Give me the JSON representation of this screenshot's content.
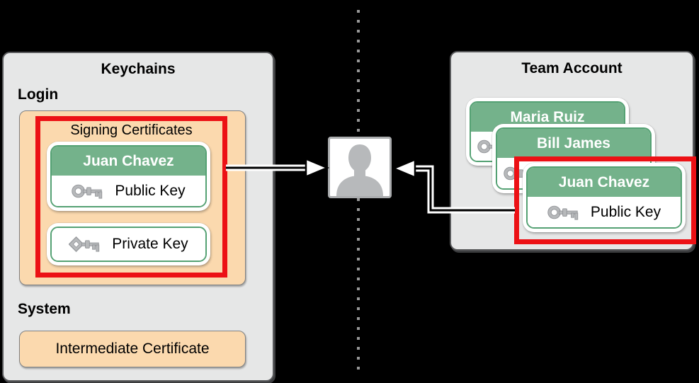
{
  "keychains": {
    "title": "Keychains",
    "login_label": "Login",
    "signing_label": "Signing Certificates",
    "cert_name": "Juan Chavez",
    "public_key": "Public Key",
    "private_key": "Private Key",
    "system_label": "System",
    "intermediate": "Intermediate Certificate"
  },
  "team": {
    "title": "Team Account",
    "cards": [
      {
        "name": "Maria Ruiz",
        "key_label": ""
      },
      {
        "name": "Bill James",
        "key_label": ""
      },
      {
        "name": "Juan Chavez",
        "key_label": "Public Key",
        "highlighted": true
      }
    ]
  },
  "icons": {
    "public_key": "public-key-icon",
    "private_key": "private-key-icon",
    "person": "person-icon"
  },
  "colors": {
    "highlight_red": "#ec1115",
    "card_header_green": "#74b28b",
    "card_border_green": "#54a173",
    "certificate_orange": "#fbd9ae",
    "panel_gray": "#e6e7e7",
    "background": "#000000",
    "key_icon_gray": "#b7b9bb"
  }
}
